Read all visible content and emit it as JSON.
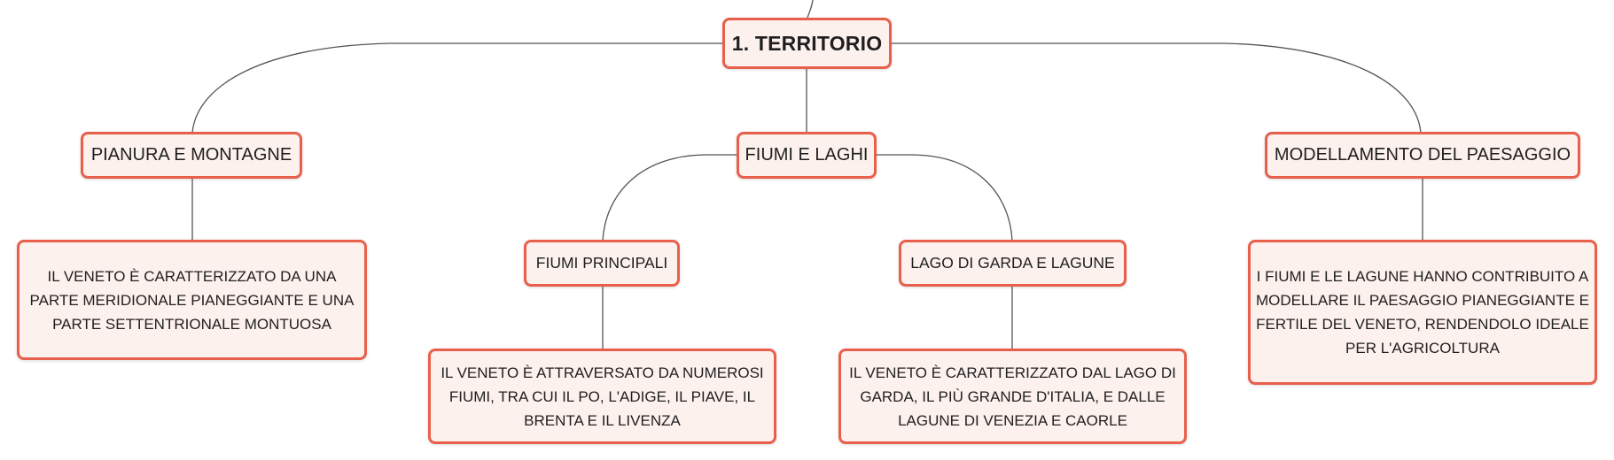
{
  "diagram": {
    "root": {
      "label": "1. TERRITORIO"
    },
    "branches": [
      {
        "label": "PIANURA E MONTAGNE",
        "detail": "IL VENETO È CARATTERIZZATO DA UNA PARTE MERIDIONALE PIANEGGIANTE E UNA PARTE SETTENTRIONALE MONTUOSA"
      },
      {
        "label": "FIUMI E LAGHI",
        "children": [
          {
            "label": "FIUMI PRINCIPALI",
            "detail": "IL VENETO È ATTRAVERSATO DA NUMEROSI FIUMI, TRA CUI IL PO, L'ADIGE, IL PIAVE, IL BRENTA E IL LIVENZA"
          },
          {
            "label": "LAGO DI GARDA E LAGUNE",
            "detail": "IL VENETO È CARATTERIZZATO DAL LAGO DI GARDA, IL PIÙ GRANDE D'ITALIA, E DALLE LAGUNE DI VENEZIA E CAORLE"
          }
        ]
      },
      {
        "label": "MODELLAMENTO DEL PAESAGGIO",
        "detail": "I FIUMI E LE LAGUNE HANNO CONTRIBUITO A MODELLARE IL PAESAGGIO PIANEGGIANTE E FERTILE DEL VENETO, RENDENDOLO IDEALE PER L'AGRICOLTURA"
      }
    ]
  }
}
